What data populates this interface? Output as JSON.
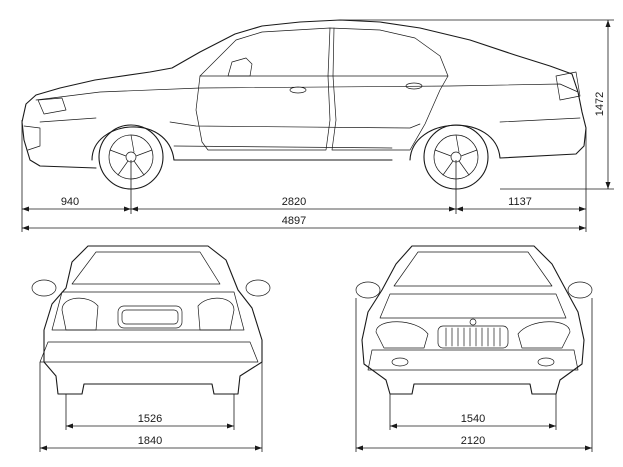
{
  "dimensions": {
    "side_view": {
      "front_overhang": "940",
      "wheelbase": "2820",
      "rear_overhang": "1137",
      "overall_length": "4897",
      "height": "1472"
    },
    "rear_view": {
      "track": "1526",
      "overall_width": "1840"
    },
    "front_view": {
      "track": "1540",
      "width_with_mirrors": "2120"
    }
  }
}
